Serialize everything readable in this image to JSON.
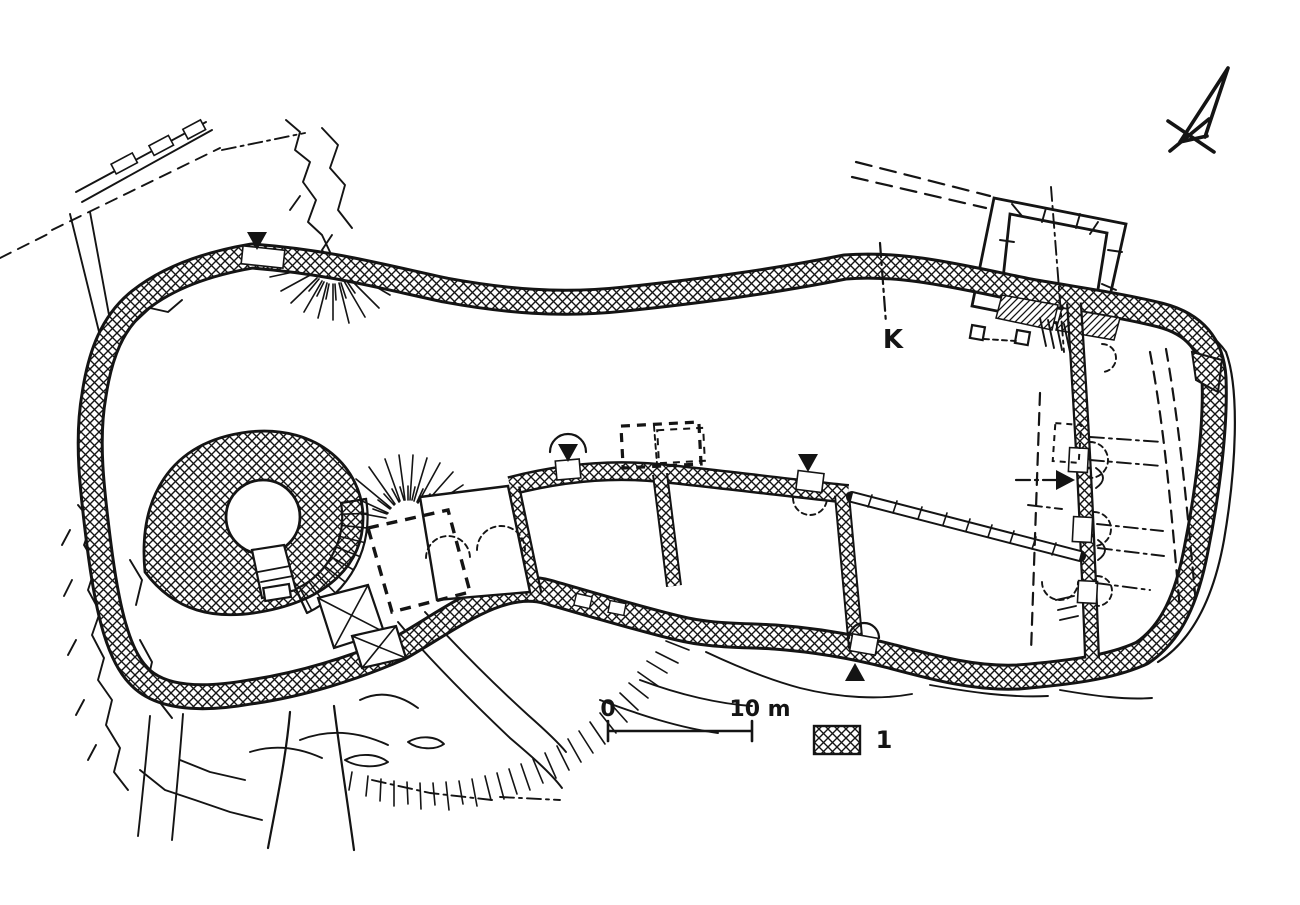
{
  "plan": {
    "kind": "archaeological-fortification-plan",
    "colors": {
      "ink": "#141414",
      "paper": "#ffffff"
    },
    "labels": {
      "section_line": "K",
      "scale_start": "0",
      "scale_end": "10 m",
      "legend_wall": "1"
    },
    "legend": [
      {
        "symbol": "crosshatched-masonry",
        "label": "1"
      }
    ],
    "scale_bar": {
      "start_label": "0",
      "end_label": "10 m"
    },
    "icons": {
      "north_arrow": "north-arrow",
      "entrance_marker": "filled-triangle-down",
      "doorway_marker_up": "filled-triangle-up",
      "direction_arrow": "filled-arrow-right"
    }
  }
}
